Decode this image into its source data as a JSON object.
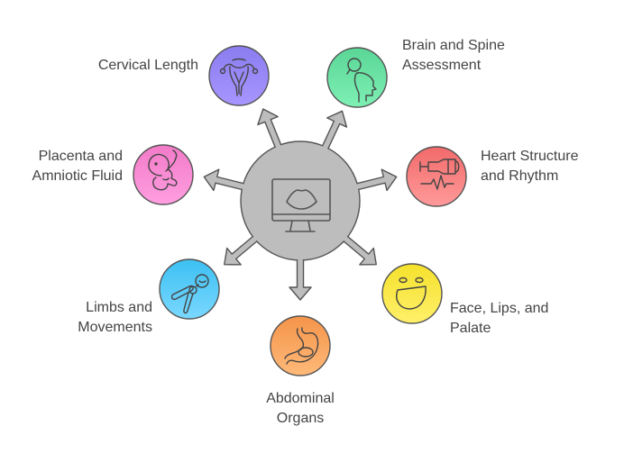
{
  "hub": {
    "name": "Ultrasound Monitor",
    "icon": "ultrasound-monitor-icon",
    "color": "#bdbdbd"
  },
  "nodes": [
    {
      "id": "cervical-length",
      "lines": [
        "Cervical Length"
      ],
      "icon": "uterus-icon",
      "color_top": "#8b7cf0",
      "color_bottom": "#a796ff"
    },
    {
      "id": "brain-spine",
      "lines": [
        "Brain and Spine",
        "Assessment"
      ],
      "icon": "head-search-icon",
      "color_top": "#5ad696",
      "color_bottom": "#7ef0b4"
    },
    {
      "id": "heart",
      "lines": [
        "Heart Structure",
        "and Rhythm"
      ],
      "icon": "heart-scan-icon",
      "color_top": "#f26a6a",
      "color_bottom": "#ff9a9a"
    },
    {
      "id": "face",
      "lines": [
        "Face, Lips, and",
        "Palate"
      ],
      "icon": "smiling-face-icon",
      "color_top": "#f5e12c",
      "color_bottom": "#fff06a"
    },
    {
      "id": "abdominal",
      "lines": [
        "Abdominal",
        "Organs"
      ],
      "icon": "stomach-icon",
      "color_top": "#f4944a",
      "color_bottom": "#ffb978"
    },
    {
      "id": "limbs",
      "lines": [
        "Limbs and",
        "Movements"
      ],
      "icon": "limb-movement-icon",
      "color_top": "#3cc0f2",
      "color_bottom": "#7ad8ff"
    },
    {
      "id": "placenta",
      "lines": [
        "Placenta and",
        "Amniotic Fluid"
      ],
      "icon": "fetus-icon",
      "color_top": "#f27ac8",
      "color_bottom": "#ff9ee0"
    }
  ]
}
